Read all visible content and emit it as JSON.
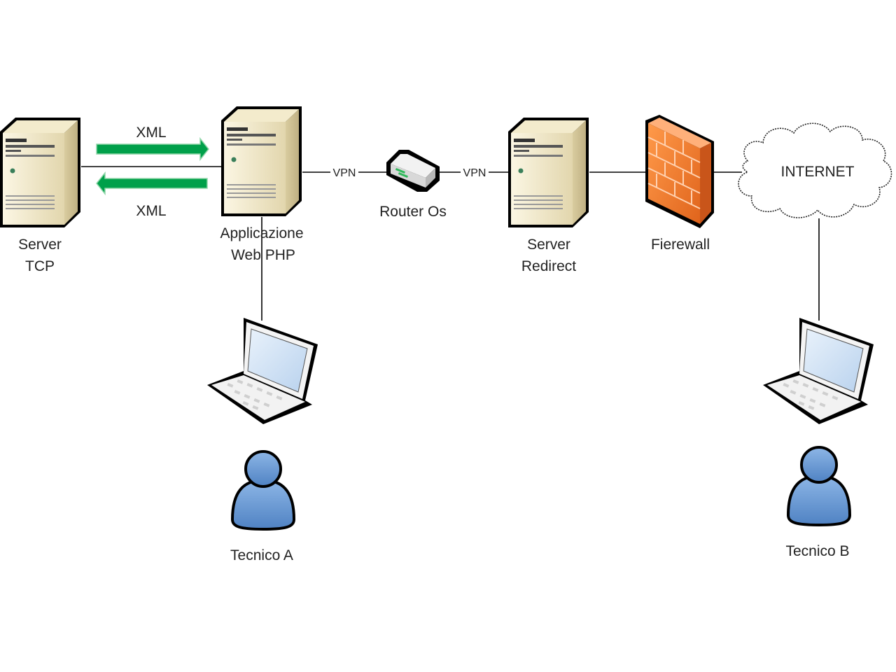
{
  "nodes": {
    "server_tcp": {
      "line1": "Server",
      "line2": "TCP",
      "icon": "server-icon"
    },
    "web_app": {
      "line1": "Applicazione",
      "line2": "Web PHP",
      "icon": "server-icon"
    },
    "router": {
      "label": "Router Os",
      "icon": "router-icon"
    },
    "server_redirect": {
      "line1": "Server",
      "line2": "Redirect",
      "icon": "server-icon"
    },
    "firewall": {
      "label": "Fierewall",
      "icon": "firewall-icon"
    },
    "internet": {
      "label": "INTERNET",
      "icon": "cloud-icon"
    },
    "tecnico_a": {
      "label": "Tecnico A",
      "icon": "user-icon"
    },
    "tecnico_b": {
      "label": "Tecnico B",
      "icon": "user-icon"
    }
  },
  "edges": {
    "xml_top": "XML",
    "xml_bottom": "XML",
    "vpn_left": "VPN",
    "vpn_right": "VPN"
  },
  "colors": {
    "arrow": "#00a04a",
    "server_front": "#f3ecd0",
    "firewall": "#f07a2a",
    "user": "#6f9fd8",
    "cloud": "#ffffff"
  }
}
